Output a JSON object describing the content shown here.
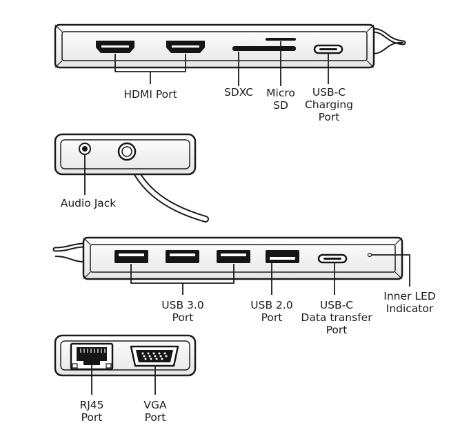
{
  "colors": {
    "stroke": "#1a1a1a",
    "port_fill": "#151515",
    "body_fill": "#ffffff",
    "label": "#1a1a1a"
  },
  "labels": {
    "hdmi": [
      "HDMI Port"
    ],
    "sdxc": [
      "SDXC"
    ],
    "micro_sd": [
      "Micro",
      "SD"
    ],
    "usbc_charging": [
      "USB-C",
      "Charging",
      "Port"
    ],
    "audio": [
      "Audio Jack"
    ],
    "usb3": [
      "USB 3.0",
      "Port"
    ],
    "usb2": [
      "USB 2.0",
      "Port"
    ],
    "usbc_data": [
      "USB-C",
      "Data transfer",
      "Port"
    ],
    "led": [
      "Inner LED",
      "Indicator"
    ],
    "rj45": [
      "RJ45",
      "Port"
    ],
    "vga": [
      "VGA",
      "Port"
    ]
  },
  "icons": [
    "hdmi-port-icon",
    "sd-slot-icon",
    "usb-c-port-icon",
    "audio-jack-icon",
    "usb-a-port-icon",
    "led-icon",
    "rj45-port-icon",
    "vga-port-icon",
    "cable-icon"
  ]
}
